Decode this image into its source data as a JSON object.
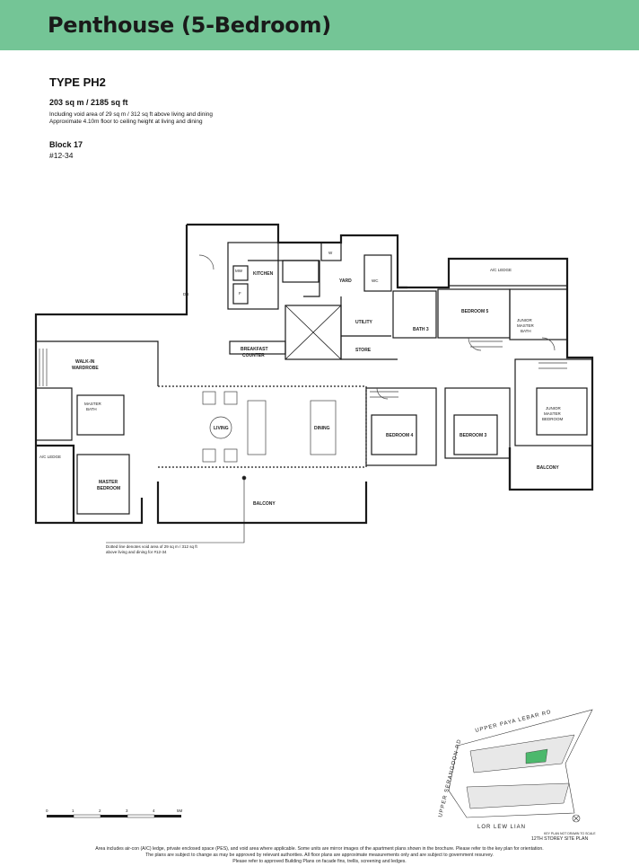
{
  "header": {
    "title": "Penthouse (5-Bedroom)"
  },
  "unit_info": {
    "type": "TYPE PH2",
    "area": "203 sq m / 2185 sq ft",
    "note_line1": "Including void area of 29 sq m / 312 sq ft above living and dining",
    "note_line2": "Approximate 4.10m floor to ceiling height at living and dining",
    "block": "Block 17",
    "unit_no": "#12-34"
  },
  "rooms": {
    "kitchen": "KITCHEN",
    "mw": "MW",
    "f": "F",
    "w": "W",
    "yard": "YARD",
    "wc": "WC",
    "db": "DB",
    "utility": "UTILITY",
    "store": "STORE",
    "bath3": "BATH 3",
    "bedroom5": "BEDROOM 5",
    "ac_ledge_top": "A/C LEDGE",
    "jm_bath_1": "JUNIOR",
    "jm_bath_2": "MASTER",
    "jm_bath_3": "BATH",
    "breakfast_1": "BREAKFAST",
    "breakfast_2": "COUNTER",
    "walkin_1": "WALK-IN",
    "walkin_2": "WARDROBE",
    "master_bath_1": "MASTER",
    "master_bath_2": "BATH",
    "ac_ledge_left": "A/C LEDGE",
    "master_bed_1": "MASTER",
    "master_bed_2": "BEDROOM",
    "living": "LIVING",
    "dining": "DINING",
    "bedroom4": "BEDROOM 4",
    "bedroom3": "BEDROOM 3",
    "jm_bed_1": "JUNIOR",
    "jm_bed_2": "MASTER",
    "jm_bed_3": "BEDROOM",
    "balcony_right": "BALCONY",
    "balcony_main": "BALCONY"
  },
  "void_note": {
    "line1": "Dotted line denotes void area of 29 sq m / 312 sq ft",
    "line2": "above living and dining for #12-34"
  },
  "scale_bar": {
    "ticks": [
      "0",
      "1",
      "2",
      "3",
      "4",
      "5M"
    ]
  },
  "key_plan": {
    "road_top": "UPPER PAYA LEBAR RD",
    "road_left": "UPPER SERANGOON RD",
    "road_bottom": "LOR LEW LIAN",
    "note": "KEY PLAN NOT DRAWN TO SCALE",
    "title": "12TH STOREY SITE PLAN",
    "highlight_color": "#4cb86c"
  },
  "footer": {
    "line1": "Area includes air-con (A/C) ledge, private enclosed space (PES), and void area where applicable.  Some units are mirror images of the apartment plans shown in the brochure.  Please refer to the key plan for orientation.",
    "line2": "The plans are subject to change as may be approved by relevant authorities.  All floor plans are approximate measurements only and are subject to government resurvey.",
    "line3": "Please refer to approved Building Plans on facade fins, trellis, screening and ledges."
  },
  "colors": {
    "header_bg": "#74c596"
  }
}
